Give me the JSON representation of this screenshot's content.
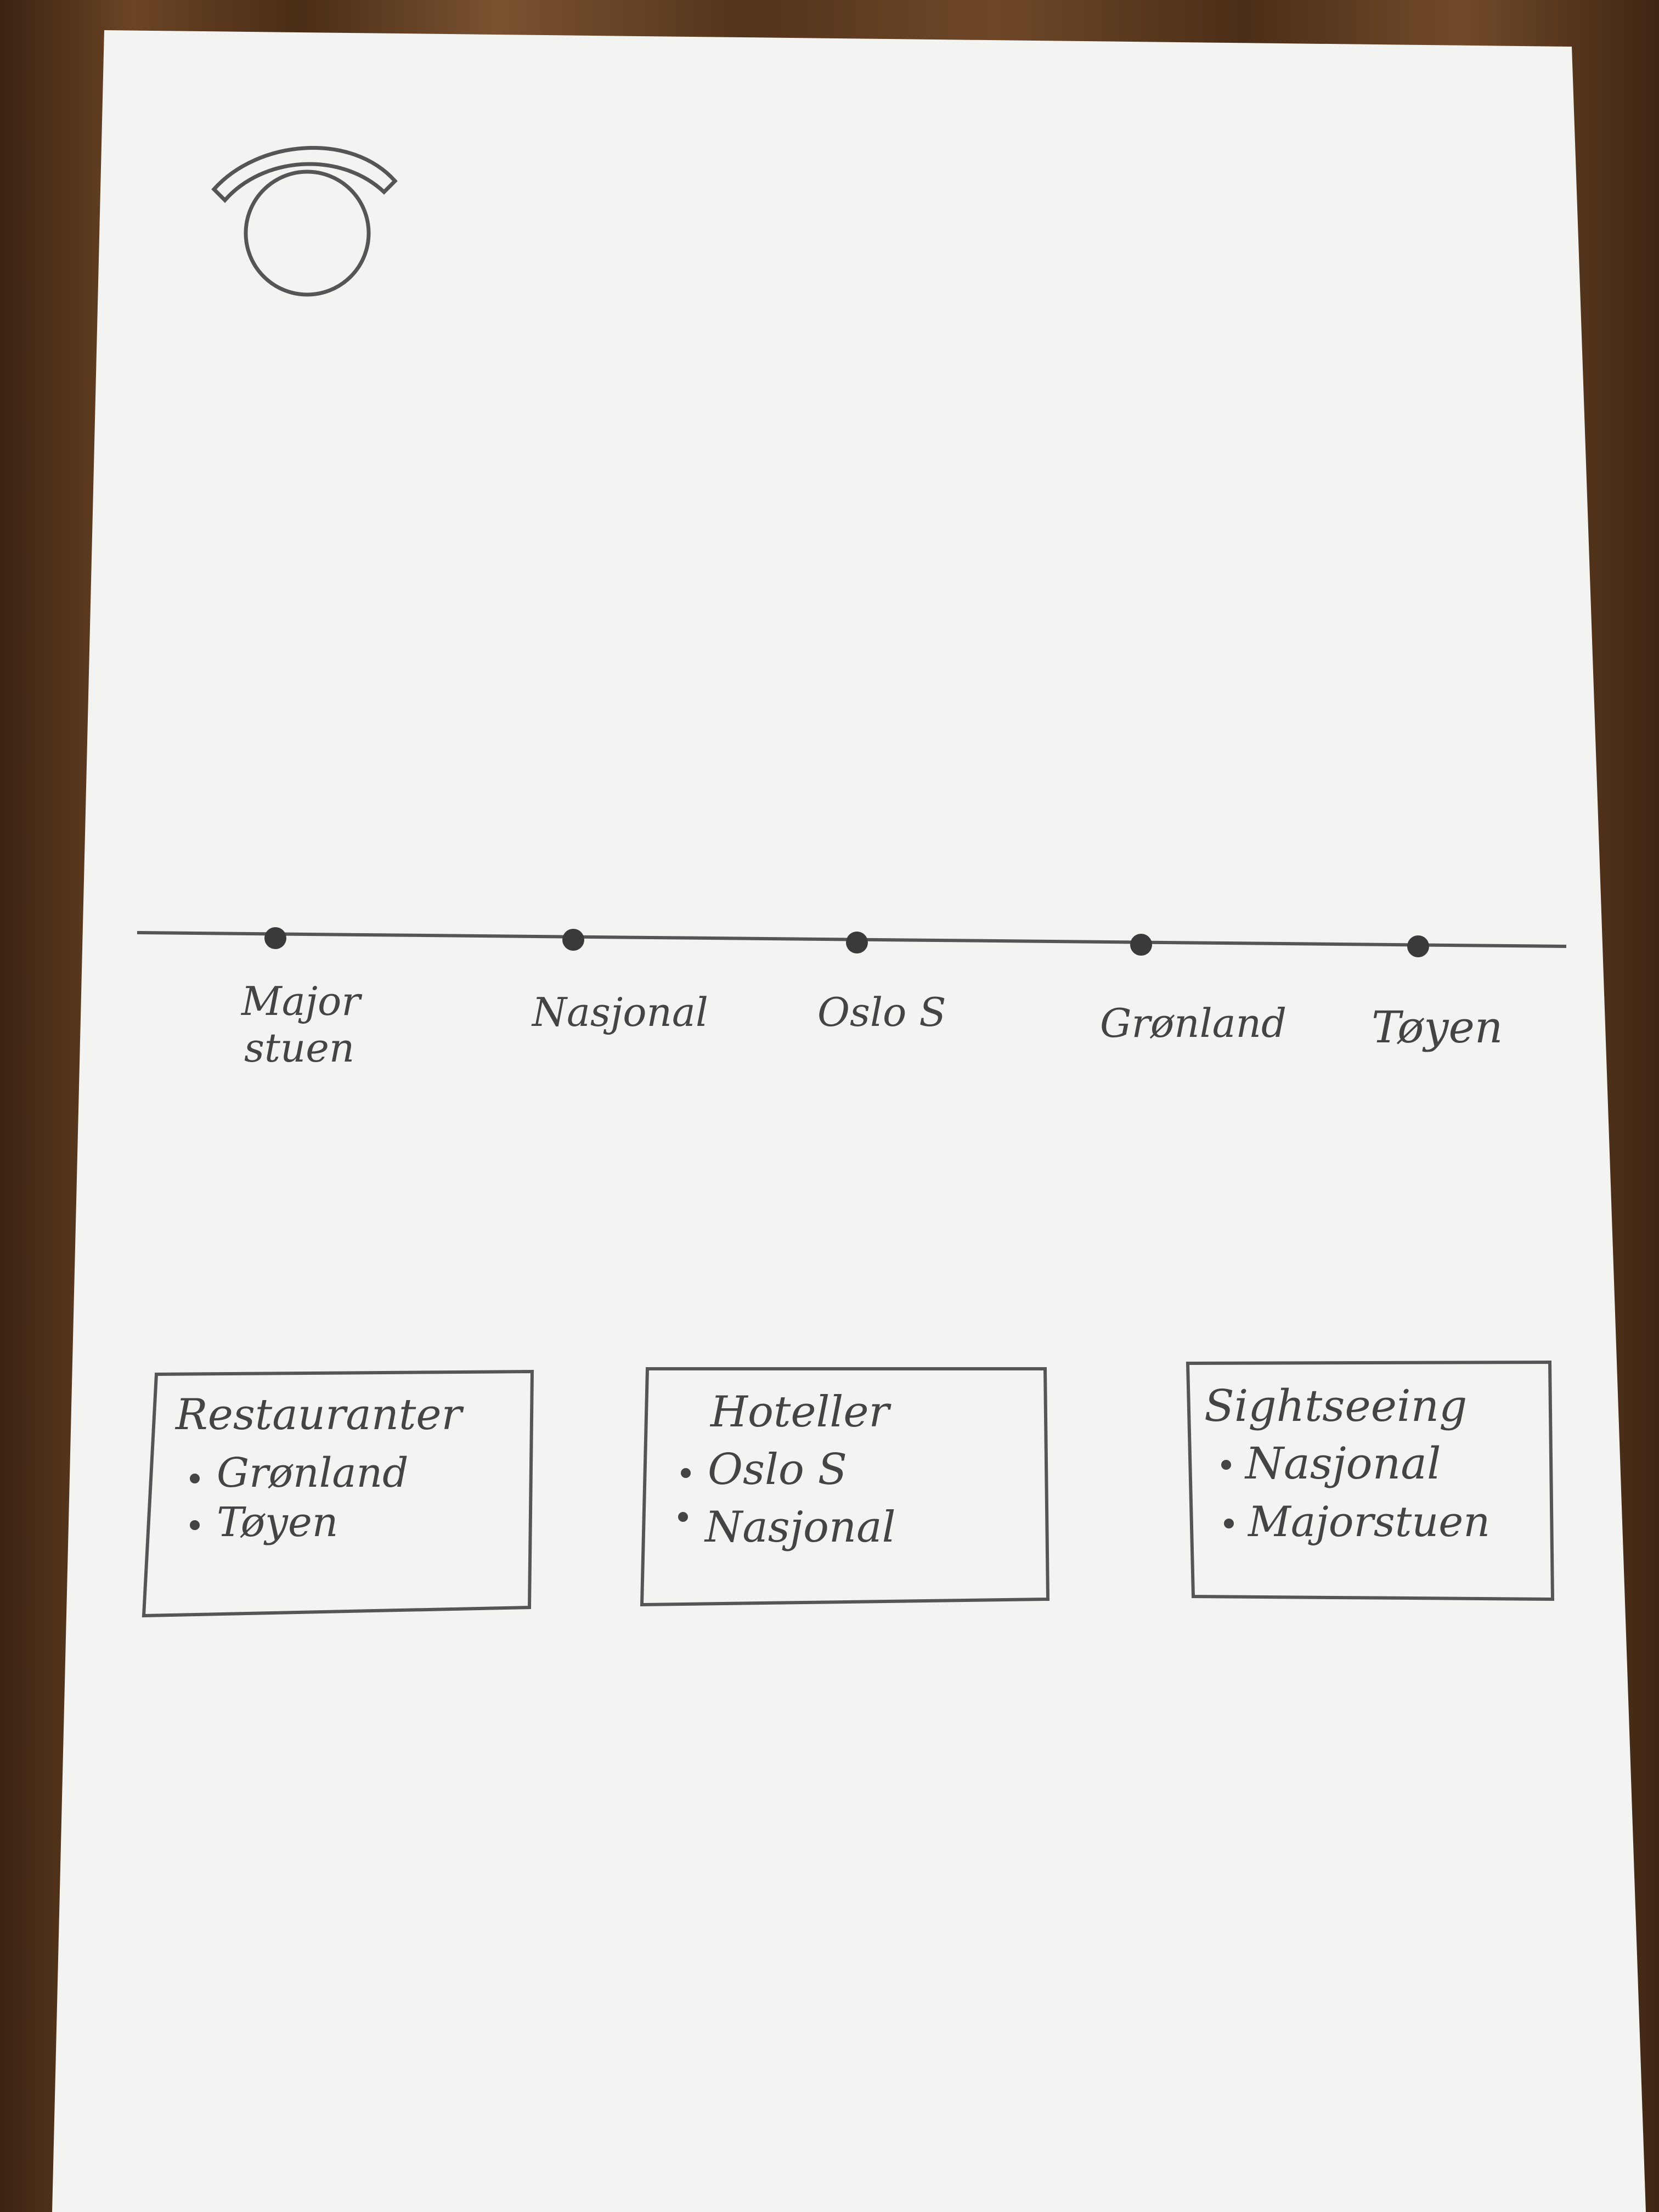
{
  "colors": {
    "paper": "#f3f3f2",
    "pencil": "#555555",
    "station_dot": "#3a3a3a",
    "table": "#5a3a1f"
  },
  "icon": {
    "name": "compass-icon"
  },
  "line": {
    "stations": [
      {
        "label_line1": "Major",
        "label_line2": "stuen"
      },
      {
        "label_line1": "Nasjonal",
        "label_line2": ""
      },
      {
        "label_line1": "Oslo S",
        "label_line2": ""
      },
      {
        "label_line1": "Grønland",
        "label_line2": ""
      },
      {
        "label_line1": "Tøyen",
        "label_line2": ""
      }
    ]
  },
  "boxes": [
    {
      "title": "Restauranter",
      "items": [
        "Grønland",
        "Tøyen"
      ]
    },
    {
      "title": "Hoteller",
      "items": [
        "Oslo S",
        "Nasjonal"
      ]
    },
    {
      "title": "Sightseeing",
      "items": [
        "Nasjonal",
        "Majorstuen"
      ]
    }
  ]
}
